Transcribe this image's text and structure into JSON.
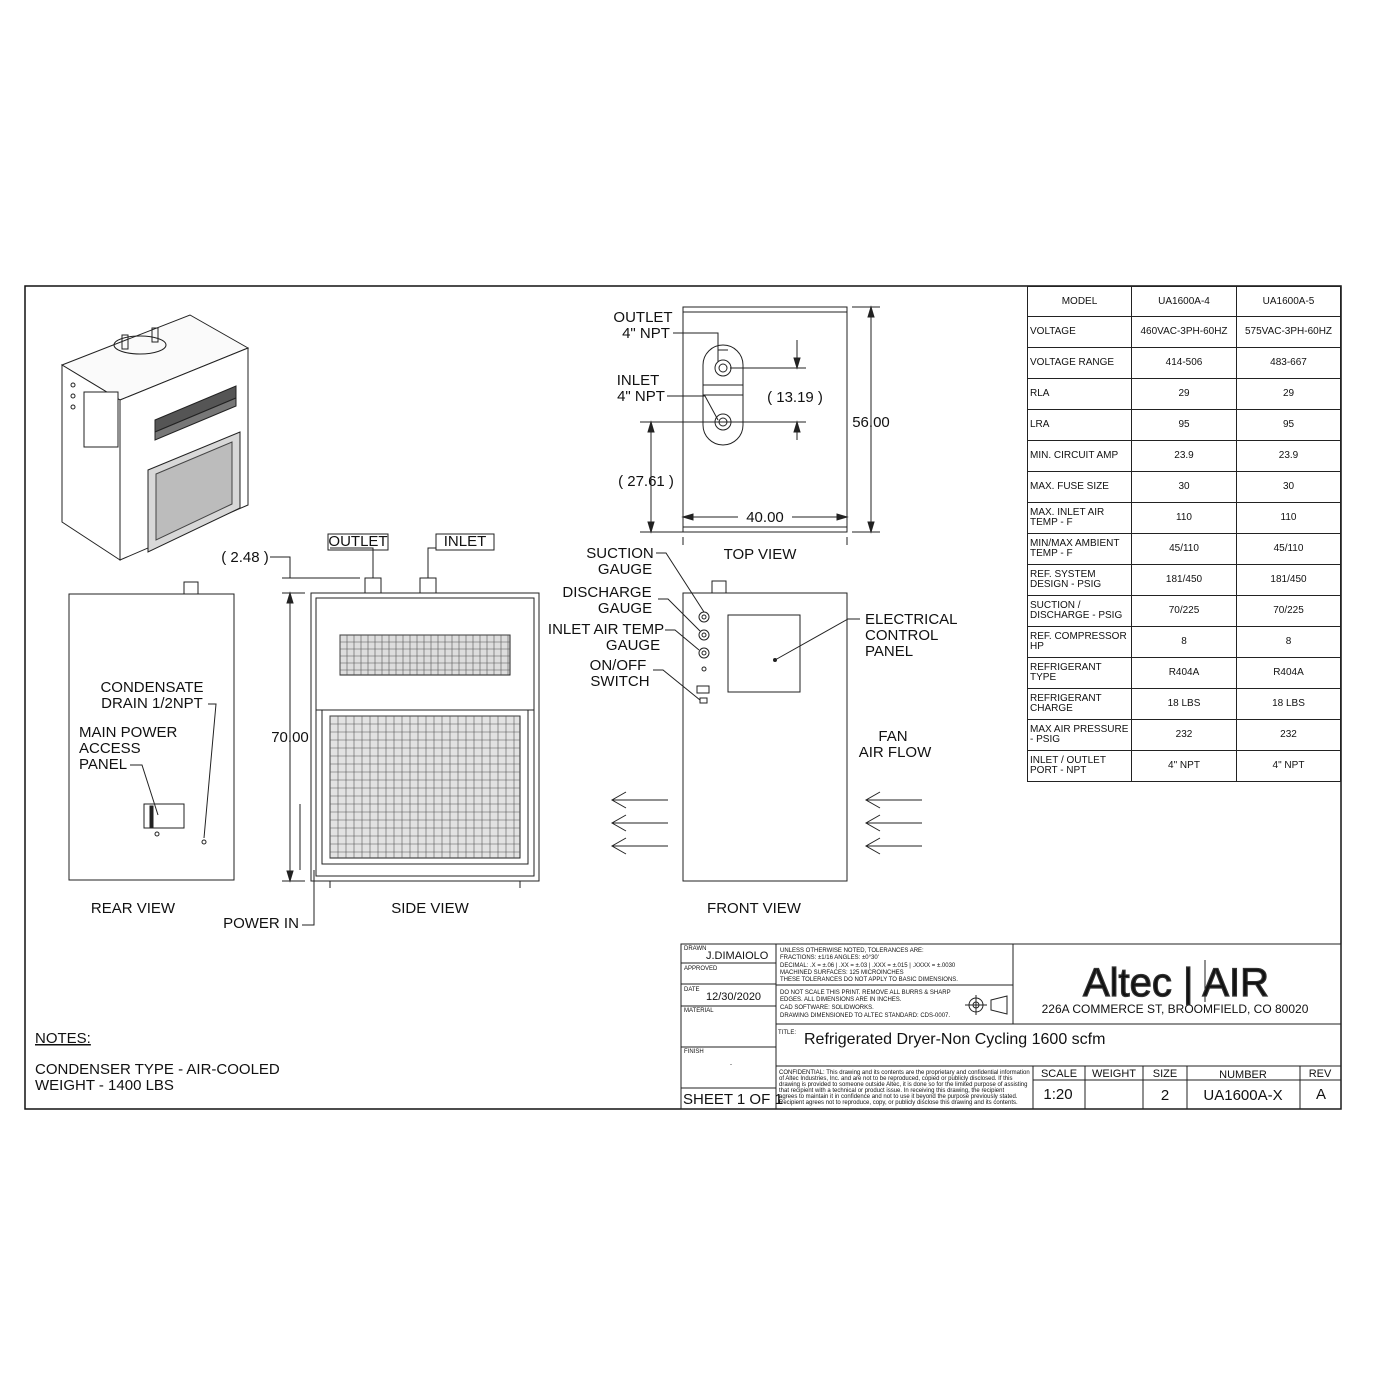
{
  "views": {
    "top_view": "TOP VIEW",
    "side_view": "SIDE VIEW",
    "rear_view": "REAR VIEW",
    "front_view": "FRONT VIEW"
  },
  "callouts": {
    "outlet_top_1": "OUTLET",
    "outlet_top_2": "4\" NPT",
    "inlet_top_1": "INLET",
    "inlet_top_2": "4\" NPT",
    "outlet_side": "OUTLET",
    "inlet_side": "INLET",
    "condensate_1": "CONDENSATE",
    "condensate_2": "DRAIN 1/2NPT",
    "main_power_1": "MAIN POWER",
    "main_power_2": "ACCESS",
    "main_power_3": "PANEL",
    "power_in": "POWER IN",
    "suction_1": "SUCTION",
    "suction_2": "GAUGE",
    "discharge_1": "DISCHARGE",
    "discharge_2": "GAUGE",
    "inlet_temp_1": "INLET AIR TEMP",
    "inlet_temp_2": "GAUGE",
    "onoff_1": "ON/OFF",
    "onoff_2": "SWITCH",
    "electrical_1": "ELECTRICAL",
    "electrical_2": "CONTROL",
    "electrical_3": "PANEL",
    "fan_1": "FAN",
    "fan_2": "AIR FLOW"
  },
  "dimensions": {
    "d_13_19": "( 13.19 )",
    "d_56": "56.00",
    "d_27_61": "( 27.61 )",
    "d_40": "40.00",
    "d_2_48": "( 2.48 )",
    "d_70": "70.00"
  },
  "spec_table": {
    "header": [
      "MODEL",
      "UA1600A-4",
      "UA1600A-5"
    ],
    "rows": [
      [
        "VOLTAGE",
        "460VAC-3PH-60HZ",
        "575VAC-3PH-60HZ"
      ],
      [
        "VOLTAGE RANGE",
        "414-506",
        "483-667"
      ],
      [
        "RLA",
        "29",
        "29"
      ],
      [
        "LRA",
        "95",
        "95"
      ],
      [
        "MIN. CIRCUIT AMP",
        "23.9",
        "23.9"
      ],
      [
        "MAX. FUSE SIZE",
        "30",
        "30"
      ],
      [
        "MAX. INLET AIR TEMP - F",
        "110",
        "110"
      ],
      [
        "MIN/MAX AMBIENT TEMP - F",
        "45/110",
        "45/110"
      ],
      [
        "REF. SYSTEM DESIGN - PSIG",
        "181/450",
        "181/450"
      ],
      [
        "SUCTION / DISCHARGE - PSIG",
        "70/225",
        "70/225"
      ],
      [
        "REF. COMPRESSOR HP",
        "8",
        "8"
      ],
      [
        "REFRIGERANT TYPE",
        "R404A",
        "R404A"
      ],
      [
        "REFRIGERANT CHARGE",
        "18 LBS",
        "18 LBS"
      ],
      [
        "MAX AIR PRESSURE - PSIG",
        "232",
        "232"
      ],
      [
        "INLET / OUTLET PORT - NPT",
        "4\" NPT",
        "4\" NPT"
      ]
    ]
  },
  "notes": {
    "heading": "NOTES:",
    "line1": "CONDENSER TYPE - AIR-COOLED",
    "line2": "WEIGHT - 1400 LBS"
  },
  "title_block": {
    "drawn_label": "DRAWN",
    "drawn_by": "J.DIMAIOLO",
    "approved_label": "APPROVED",
    "date_label": "DATE",
    "date": "12/30/2020",
    "material_label": "MATERIAL",
    "finish_label": "FINISH",
    "finish_value": "-",
    "sheet": "SHEET 1 OF 1",
    "tol_1": "UNLESS OTHERWISE NOTED, TOLERANCES ARE:",
    "tol_2": "FRACTIONS: ±1/16    ANGLES: ±0°30'",
    "tol_3": "DECIMAL:  .X = ±.06  |  .XX = ±.03  |  .XXX = ±.015  |  .XXXX = ±.0030",
    "tol_4": "MACHINED SURFACES: 125 MICROINCHES",
    "tol_5": "THESE TOLERANCES DO NOT APPLY TO BASIC DIMENSIONS.",
    "dns_1": "DO NOT SCALE THIS PRINT. REMOVE ALL BURRS & SHARP",
    "dns_2": "EDGES. ALL DIMENSIONS ARE IN INCHES.",
    "dns_3": "CAD SOFTWARE: SOLIDWORKS.",
    "dns_4": "DRAWING DIMENSIONED TO ALTEC STANDARD: CDS-0007.",
    "conf_1": "CONFIDENTIAL: This drawing and its contents are the proprietary and confidential information",
    "conf_2": "of Altec Industries, Inc. and are not to be reproduced, copied or publicly disclosed. If this",
    "conf_3": "drawing is provided to someone outside Altec, it is done so for the limited purpose of assisting",
    "conf_4": "that recipient with a technical or product issue. In receiving this drawing, the recipient",
    "conf_5": "agrees to maintain it in confidence and not to use it beyond the purpose previously stated.",
    "conf_6": "Recipient agrees not to reproduce, copy, or publicly disclose this drawing and its contents.",
    "logo_text": "Altec | AIR",
    "address": "226A COMMERCE ST, BROOMFIELD, CO 80020",
    "title_label": "TITLE:",
    "title": "Refrigerated Dryer-Non Cycling 1600 scfm",
    "scale_label": "SCALE",
    "scale": "1:20",
    "weight_label": "WEIGHT",
    "size_label": "SIZE",
    "size": "2",
    "number_label": "NUMBER",
    "number": "UA1600A-X",
    "rev_label": "REV",
    "rev": "A"
  }
}
